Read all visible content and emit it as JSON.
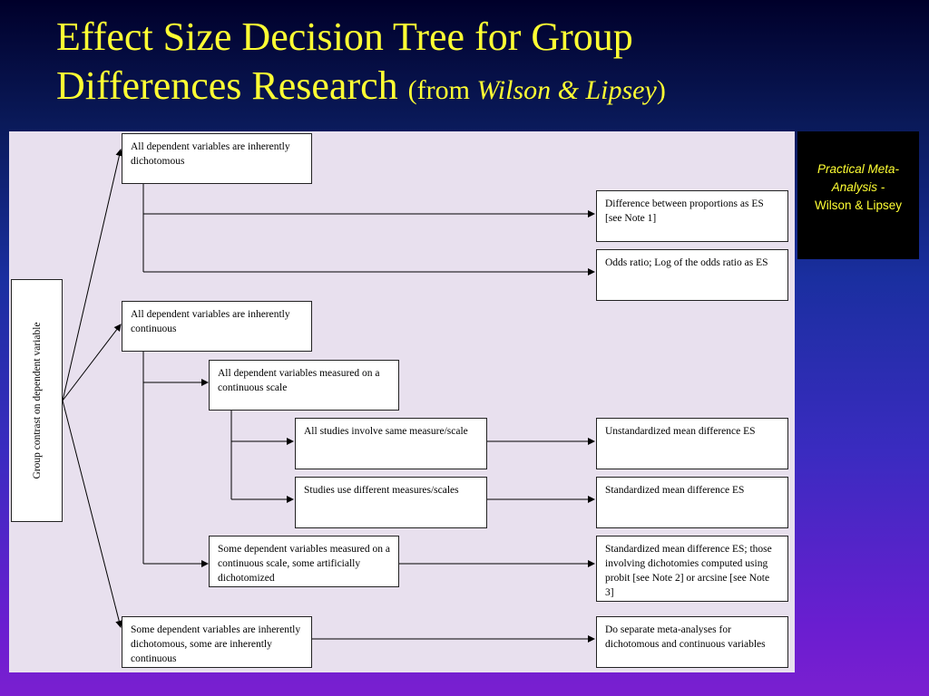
{
  "title": {
    "main_line1": "Effect Size Decision Tree for Group",
    "main_line2": "Differences Research",
    "from_prefix": "(from",
    "from_authors": "Wilson & Lipsey",
    "from_suffix": ")"
  },
  "side_note": {
    "italic_text": "Practical Meta-Analysis -",
    "plain_text": "Wilson & Lipsey"
  },
  "tree": {
    "root": "Group contrast on dependent variable",
    "nodes": {
      "dichotomous": "All dependent variables are inherently dichotomous",
      "diff_proportions": "Difference between proportions as ES [see Note 1]",
      "odds_ratio": "Odds ratio; Log of the odds ratio as ES",
      "continuous": "All dependent variables are inherently continuous",
      "continuous_scale": "All dependent variables measured on a continuous scale",
      "same_measure": "All studies involve same measure/scale",
      "unstd_mean_diff": "Unstandardized mean difference ES",
      "diff_measures": "Studies use different measures/scales",
      "std_mean_diff": "Standardized mean difference ES",
      "some_dichotomized": "Some dependent variables measured on a continuous scale, some artificially dichotomized",
      "std_mean_diff_probit": "Standardized mean difference ES; those involving dichotomies computed using probit [see Note 2] or arcsine [see Note 3]",
      "mixed": "Some dependent variables are inherently dichotomous, some are inherently continuous",
      "separate_meta": "Do separate meta-analyses for dichotomous and continuous variables"
    }
  },
  "colors": {
    "title": "#ffff33",
    "panel": "#e8e0ee",
    "note_bg": "#000000"
  }
}
